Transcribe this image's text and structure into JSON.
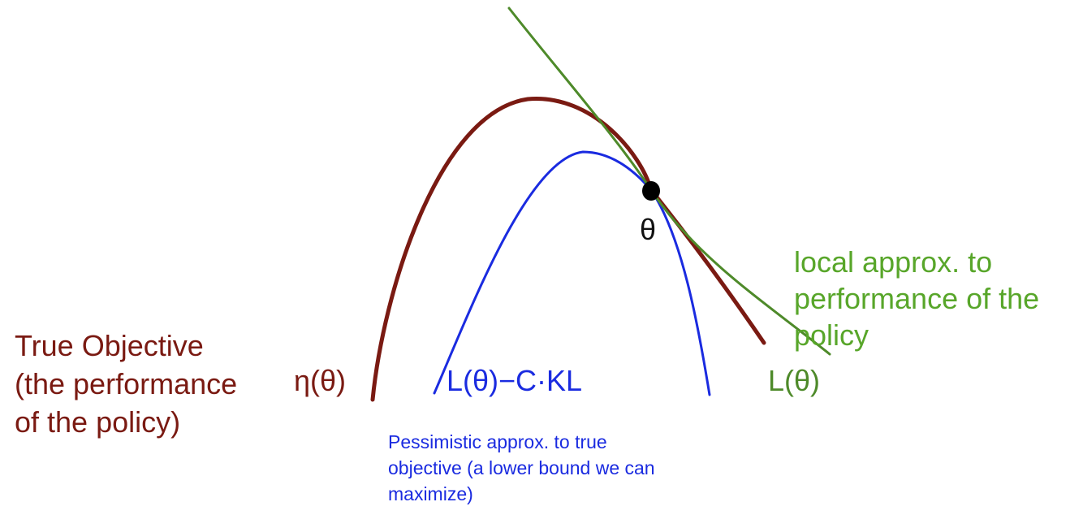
{
  "labels": {
    "true_objective": [
      "True Objective",
      "(the performance",
      "of the policy)"
    ],
    "eta": "η(θ)",
    "surrogate_minus_kl": "L(θ)−C·KL",
    "surrogate": "L(θ)",
    "theta": "θ",
    "local_approx": [
      "local approx. to",
      "performance of the",
      "policy"
    ],
    "pessimistic": [
      "Pessimistic approx. to true",
      "objective (a lower bound we can",
      "maximize)"
    ]
  },
  "colors": {
    "true_objective": "#7a1a12",
    "lower_bound": "#1a2be0",
    "local_approx_curve": "#4e8a2a",
    "local_approx_text": "#58a62a",
    "point": "#000000"
  }
}
